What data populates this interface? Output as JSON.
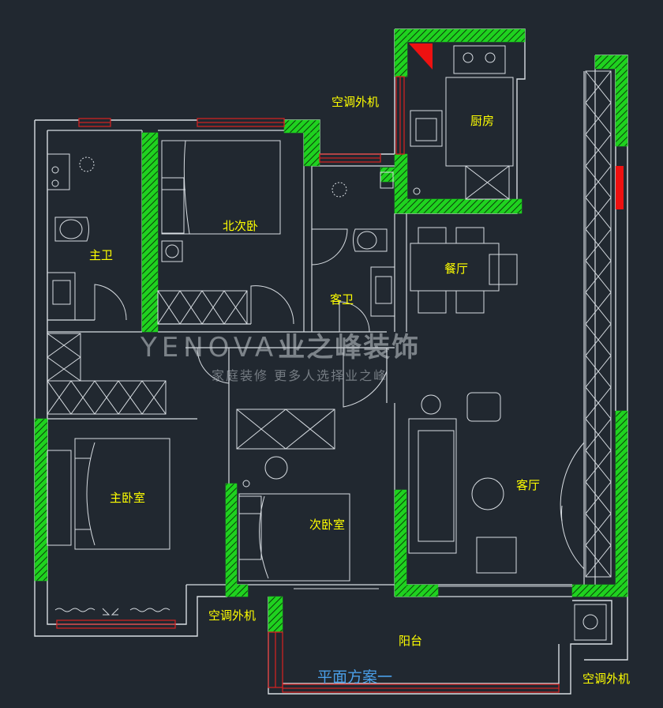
{
  "rooms": {
    "master_bath": "主卫",
    "north_bedroom": "北次卧",
    "guest_bath": "客卫",
    "kitchen": "厨房",
    "dining": "餐厅",
    "living": "客厅",
    "master_bedroom": "主卧室",
    "second_bedroom": "次卧室",
    "balcony": "阳台"
  },
  "ac_labels": {
    "top": "空调外机",
    "middle": "空调外机",
    "bottom_right": "空调外机"
  },
  "plan_title": "平面方案一",
  "watermark": {
    "logo_latin": "YENOVA",
    "logo_cn": "业之峰装饰",
    "slogan": "家庭装修  更多人选择业之峰"
  },
  "colors": {
    "background": "#212830",
    "wall_lines": "#d8dde2",
    "load_bearing_wall": "#22dd22",
    "window": "#cc2222",
    "label_text": "#ffff00",
    "title_text": "#4a9fe8"
  }
}
